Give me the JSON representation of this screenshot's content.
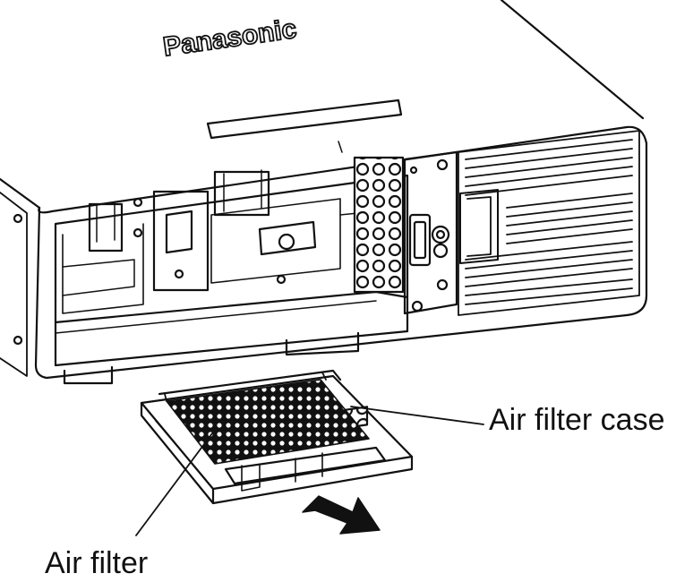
{
  "brand": {
    "logo_text": "Panasonic"
  },
  "callouts": {
    "air_filter_case": "Air filter case",
    "air_filter": "Air filter"
  },
  "colors": {
    "line": "#111111",
    "background": "#ffffff",
    "shade": "#d9d9d9"
  },
  "icons": {
    "pull_direction": "arrow-down-right-icon"
  }
}
